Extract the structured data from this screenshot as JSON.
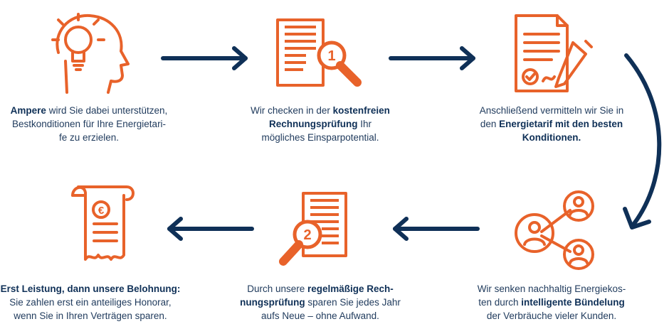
{
  "steps": [
    {
      "line1_bold": "Ampere",
      "line1": " wird Sie dabei unterstützen,",
      "line2": "Bestkonditionen für Ihre Energietari-",
      "line3": "fe zu erzielen."
    },
    {
      "line1": "Wir checken in der ",
      "line1_bold": "kostenfreien",
      "line2_bold": "Rechnungsprüfung",
      "line2": " Ihr",
      "line3": "mögliches Einsparpotential.",
      "badge": "1"
    },
    {
      "line1": "Anschließend vermitteln wir Sie in",
      "line2": "den ",
      "line2_bold": "Energietarif mit den besten",
      "line3_bold": "Konditionen."
    },
    {
      "line1": "Wir senken nachhaltig Energiekos-",
      "line2": "ten durch ",
      "line2_bold": "intelligente Bündelung",
      "line3": "der Verbräuche vieler Kunden."
    },
    {
      "line1": "Durch unsere ",
      "line1_bold": "regelmäßige Rech-",
      "line2_bold": "nungsprüfung",
      "line2": " sparen Sie jedes Jahr",
      "line3": "aufs Neue – ohne Aufwand.",
      "badge": "2"
    },
    {
      "line1_bold": "Erst Leistung, dann unsere Belohnung:",
      "line2": "Sie zahlen erst ein anteiliges Honorar,",
      "line3": "wenn Sie in Ihren Verträgen sparen.",
      "receipt_symbol": "€"
    }
  ],
  "colors": {
    "accent": "#e8622a",
    "navy": "#0f3057"
  }
}
